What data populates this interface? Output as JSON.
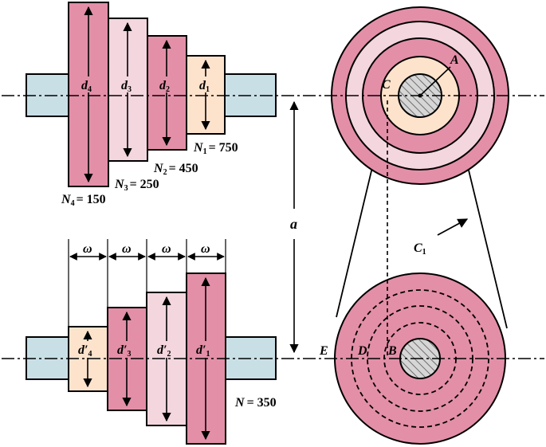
{
  "colors": {
    "shaft": "#c9dfe6",
    "dark_pink": "#e38fa8",
    "light_pink": "#f3d6de",
    "peach": "#fde3cc",
    "hatch_bg": "#d6d6d6",
    "line": "#000000"
  },
  "top_pulley": {
    "steps": [
      {
        "sym": "d",
        "sub": "4",
        "speed_label": "N",
        "speed_sub": "4",
        "speed_value": "= 150"
      },
      {
        "sym": "d",
        "sub": "3",
        "speed_label": "N",
        "speed_sub": "3",
        "speed_value": "= 250"
      },
      {
        "sym": "d",
        "sub": "2",
        "speed_label": "N",
        "speed_sub": "2",
        "speed_value": "= 450"
      },
      {
        "sym": "d",
        "sub": "1",
        "speed_label": "N",
        "speed_sub": "1",
        "speed_value": "= 750"
      }
    ]
  },
  "bottom_pulley": {
    "steps": [
      {
        "sym": "d′",
        "sub": "4"
      },
      {
        "sym": "d′",
        "sub": "3"
      },
      {
        "sym": "d′",
        "sub": "2"
      },
      {
        "sym": "d′",
        "sub": "1"
      }
    ],
    "width_label": "ω",
    "speed_label": "N",
    "speed_value": "= 350"
  },
  "center_distance": {
    "label": "a"
  },
  "right_view": {
    "labels": {
      "A": "A",
      "C": "C",
      "C1": "C",
      "C1_sub": "1",
      "E": "E",
      "D": "D",
      "B": "B"
    }
  }
}
